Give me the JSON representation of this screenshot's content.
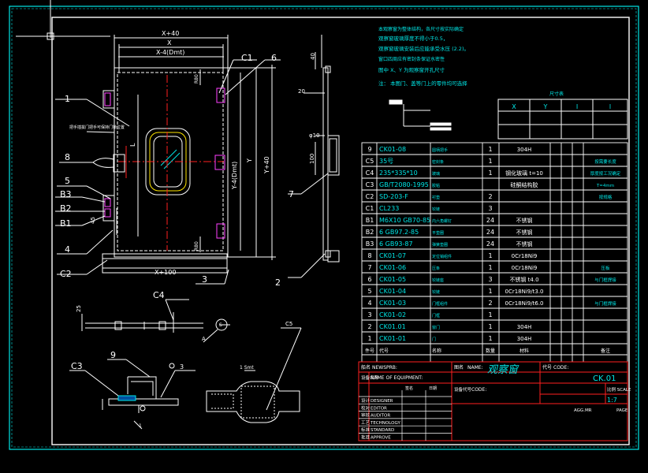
{
  "notes": {
    "lines": [
      "本观察窗为整体结构，各尺寸按实际确定",
      "观察窗玻璃厚度不得小于0.5，",
      "观察窗玻璃安装后应能承受水压 (2.2)。",
      "窗口四周应有密封条保证水密性",
      "图中 X、Y  为观察窗开孔尺寸",
      "注：   本图门、盖等门上的零件均可选择"
    ]
  },
  "size_table": {
    "title": "尺寸表",
    "headers": [
      "X",
      "Y",
      "I",
      "l"
    ]
  },
  "dimensions": {
    "top_outer": "X+40",
    "top_inner": "X",
    "top_hole": "X-4(Dmt)",
    "right_y": "Y",
    "right_y40": "Y+40",
    "right_hole": "Y-4(Dmt)",
    "bottom": "X+100",
    "left_l": "L",
    "left_45": "45",
    "top_r": "R80",
    "bottom_r": "R80",
    "side_40": "40",
    "side_20": "20",
    "side_10": "φ10",
    "side_100": "100",
    "detail_25": "25",
    "detail_3": "3",
    "detail_1": "1",
    "sect_a": "A",
    "sect_label": "1 Smt",
    "detail_s": "S"
  },
  "labels": {
    "c1": "C1",
    "n6": "6",
    "n1": "1",
    "n8": "8",
    "n5": "5",
    "b3": "B3",
    "b2": "B2",
    "b1": "B1",
    "n4": "4",
    "c2": "C2",
    "n3": "3",
    "n7": "7",
    "n2": "2",
    "c4": "C4",
    "c5": "C5",
    "c3": "C3",
    "n9": "9",
    "handle_note": "把手插拔门把手可保持门锁位置"
  },
  "parts": {
    "rows": [
      {
        "no": "9",
        "code": "CK01-08",
        "name": "圆柄把手",
        "qty": "1",
        "material": "304H",
        "remark": ""
      },
      {
        "no": "C5",
        "code": "35号",
        "name": "密封条",
        "qty": "1",
        "material": "",
        "remark": "按需要长度"
      },
      {
        "no": "C4",
        "code": "235*335*10",
        "name": "玻璃",
        "qty": "1",
        "material": "钢化玻璃 t=10",
        "remark": "厚度按工况确定"
      },
      {
        "no": "C3",
        "code": "GB/T2080-1995",
        "name": "胶粘",
        "qty": "",
        "material": "硅酮结构胶",
        "remark": "T=4mm"
      },
      {
        "no": "C2",
        "code": "SD-203-F",
        "name": "衬垫",
        "qty": "2",
        "material": "",
        "remark": "按规格"
      },
      {
        "no": "C1",
        "code": "CL233",
        "name": "铰链",
        "qty": "3",
        "material": "",
        "remark": ""
      },
      {
        "no": "B1",
        "code": "M6X10 GB70-85",
        "name": "内六角螺钉",
        "qty": "24",
        "material": "不锈钢",
        "remark": ""
      },
      {
        "no": "B2",
        "code": "6 GB97.2-85",
        "name": "平垫圈",
        "qty": "24",
        "material": "不锈钢",
        "remark": ""
      },
      {
        "no": "B3",
        "code": "6 GB93-87",
        "name": "弹簧垫圈",
        "qty": "24",
        "material": "不锈钢",
        "remark": ""
      },
      {
        "no": "8",
        "code": "CK01-07",
        "name": "定位销组件",
        "qty": "1",
        "material": "0Cr18Ni9",
        "remark": ""
      },
      {
        "no": "7",
        "code": "CK01-06",
        "name": "压条",
        "qty": "1",
        "material": "0Cr18Ni9",
        "remark": "压板"
      },
      {
        "no": "6",
        "code": "CK01-05",
        "name": "铰链座",
        "qty": "3",
        "material": "不锈钢 t4.0",
        "remark": "与门框焊接"
      },
      {
        "no": "5",
        "code": "CK01-04",
        "name": "铰链",
        "qty": "1",
        "material": "0Cr18Ni9/t3.0",
        "remark": ""
      },
      {
        "no": "4",
        "code": "CK01-03",
        "name": "门框组件",
        "qty": "2",
        "material": "0Cr18Ni9/t6.0",
        "remark": "与门框焊接"
      },
      {
        "no": "3",
        "code": "CK01-02",
        "name": "门框",
        "qty": "1",
        "material": "",
        "remark": ""
      },
      {
        "no": "2",
        "code": "CK01.01",
        "name": "窗门",
        "qty": "1",
        "material": "304H",
        "remark": ""
      },
      {
        "no": "1",
        "code": "CK01-01",
        "name": "门",
        "qty": "1",
        "material": "304H",
        "remark": ""
      }
    ],
    "header": {
      "no": "件号",
      "code": "代号",
      "name": "名称",
      "qty": "数量",
      "material": "材料",
      "remark": "备注"
    }
  },
  "title_block": {
    "ship_cn": "船名",
    "ship_en": "NEWSPRB:",
    "dwg_cn": "图名",
    "dwg_en": "NAME:",
    "name_value": "观察窗",
    "code_cn": "代号",
    "code_en": "CODE:",
    "code_value": "CK.01",
    "equip_cn": "设备名称",
    "equip_en": "NAME OF EQUIPMENT:",
    "ratio_label": "比例 SCALE",
    "ratio_value": "1:7",
    "unit_code_cn": "设备代号",
    "unit_code_en": "CODE:",
    "weight_label": "AGG.MR",
    "page_label": "PAGE",
    "roles": [
      {
        "cn": "设计",
        "en": "DESIGNER"
      },
      {
        "cn": "校对",
        "en": "EDITOR"
      },
      {
        "cn": "审核",
        "en": "AUDITOR"
      },
      {
        "cn": "工艺",
        "en": "TECHNOLOGY"
      },
      {
        "cn": "标准",
        "en": "STANDARD"
      },
      {
        "cn": "批准",
        "en": "APPROVE"
      }
    ],
    "sign_headers": [
      "签名",
      "日期"
    ]
  }
}
